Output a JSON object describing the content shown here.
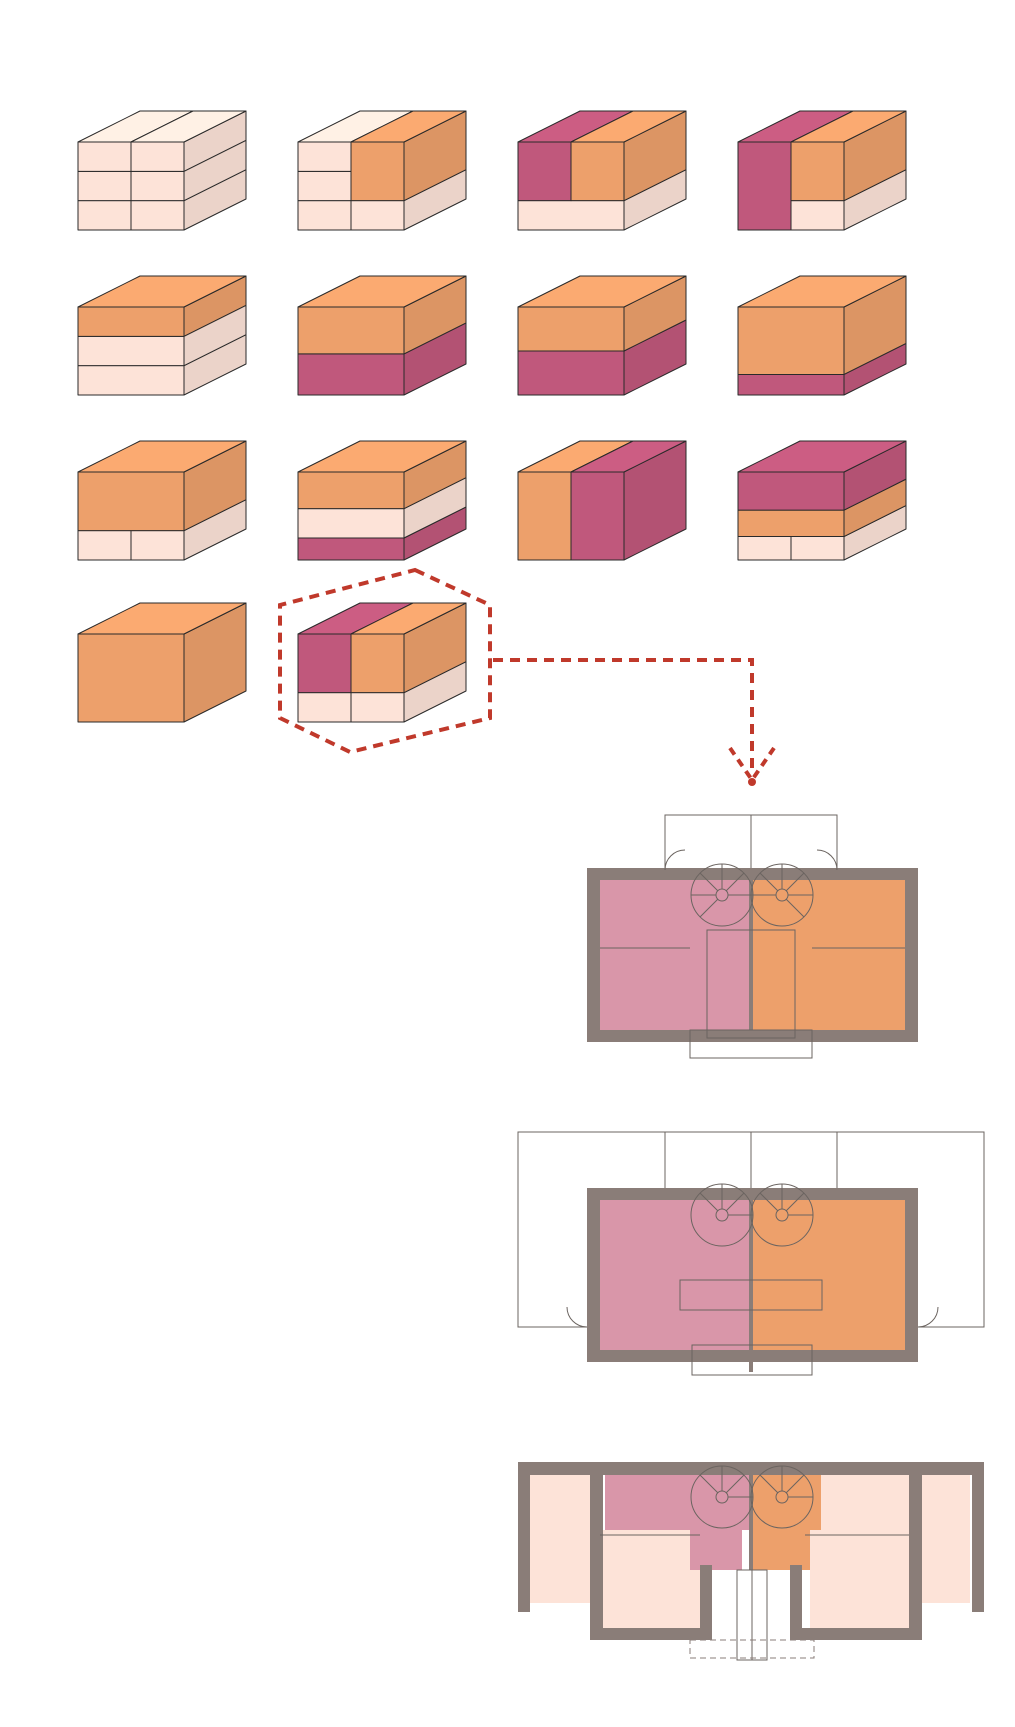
{
  "palette": {
    "very_light_peach": "#fde3d8",
    "light_orange": "#f2b88f",
    "mid_orange": "#eda06b",
    "dark_orange": "#e0823f",
    "light_pink": "#e5b7c3",
    "magenta": "#c0587c",
    "plan_pink": "#d996a9",
    "plan_orange": "#eda06b",
    "plan_peach": "#fde3d8",
    "wall": "#8a7d78",
    "highlight_dash": "#c0392b"
  },
  "diagram": {
    "variants": [
      {
        "id": "v1",
        "row": 1,
        "col": 1,
        "layout": "three-layers-two-columns",
        "colors": [
          "very_light_peach",
          "very_light_peach"
        ]
      },
      {
        "id": "v2",
        "row": 1,
        "col": 2,
        "layout": "left-three-layers-right-tall-over-ground",
        "colors": [
          "very_light_peach",
          "mid_orange"
        ]
      },
      {
        "id": "v3",
        "row": 1,
        "col": 3,
        "layout": "two-tall-units-over-ground",
        "colors": [
          "magenta",
          "mid_orange"
        ]
      },
      {
        "id": "v4",
        "row": 1,
        "col": 4,
        "layout": "full-height-left-tall-right-over-ground",
        "colors": [
          "magenta",
          "mid_orange"
        ]
      },
      {
        "id": "v5",
        "row": 2,
        "col": 1,
        "layout": "interlocking-top-over-two-layers",
        "colors": [
          "mid_orange",
          "very_light_peach"
        ]
      },
      {
        "id": "v6",
        "row": 2,
        "col": 2,
        "layout": "interlocking-top-over-magenta",
        "colors": [
          "mid_orange",
          "magenta"
        ]
      },
      {
        "id": "v7",
        "row": 2,
        "col": 3,
        "layout": "stepped-top-over-magenta",
        "colors": [
          "mid_orange",
          "magenta"
        ]
      },
      {
        "id": "v8",
        "row": 2,
        "col": 4,
        "layout": "tall-top-over-magenta-slab",
        "colors": [
          "mid_orange",
          "magenta"
        ]
      },
      {
        "id": "v9",
        "row": 3,
        "col": 1,
        "layout": "two-storey-top-over-ground",
        "colors": [
          "mid_orange",
          "very_light_peach"
        ]
      },
      {
        "id": "v10",
        "row": 3,
        "col": 2,
        "layout": "interlocking-top-over-peach-over-magenta",
        "colors": [
          "mid_orange",
          "very_light_peach",
          "magenta"
        ]
      },
      {
        "id": "v11",
        "row": 3,
        "col": 3,
        "layout": "full-height-two-columns",
        "colors": [
          "mid_orange",
          "magenta"
        ]
      },
      {
        "id": "v12",
        "row": 3,
        "col": 4,
        "layout": "magenta-over-orange-over-ground",
        "colors": [
          "magenta",
          "mid_orange",
          "very_light_peach"
        ]
      },
      {
        "id": "v13",
        "row": 4,
        "col": 1,
        "layout": "single-full-volume",
        "colors": [
          "mid_orange"
        ]
      },
      {
        "id": "v14",
        "row": 4,
        "col": 2,
        "layout": "selected-pink-left-orange-right-over-ground",
        "colors": [
          "magenta",
          "mid_orange",
          "very_light_peach"
        ],
        "selected": true
      }
    ],
    "plans": [
      {
        "id": "upper-floor-plan",
        "units": [
          "plan_pink",
          "plan_orange"
        ]
      },
      {
        "id": "first-floor-plan",
        "units": [
          "plan_pink",
          "plan_orange"
        ]
      },
      {
        "id": "ground-floor-plan",
        "units": [
          "plan_pink",
          "plan_orange",
          "plan_peach"
        ]
      }
    ]
  }
}
